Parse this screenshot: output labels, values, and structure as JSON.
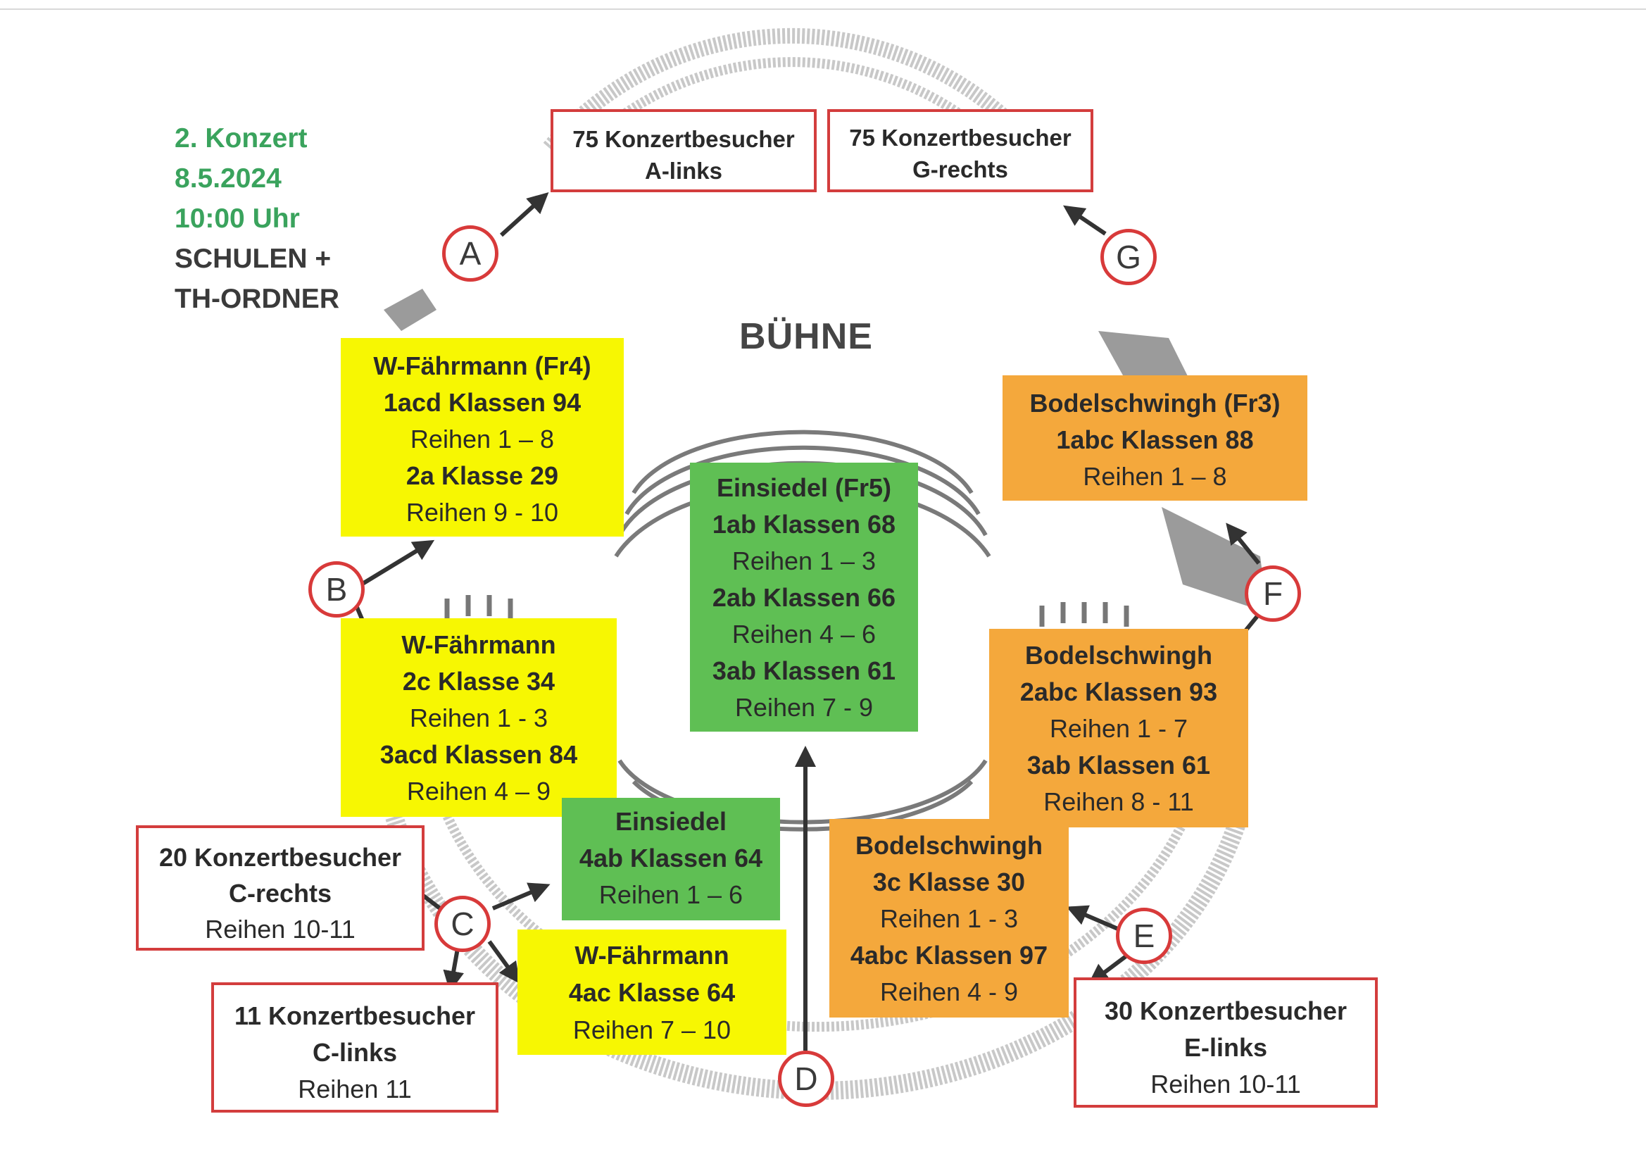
{
  "header": {
    "line1": "2. Konzert",
    "line2": "8.5.2024",
    "line3": "10:00 Uhr",
    "line4": "SCHULEN +",
    "line5": "TH-ORDNER"
  },
  "stage": "BÜHNE",
  "colors": {
    "yellow": "#f7f702",
    "green": "#5fbf54",
    "orange": "#f4a83c",
    "red_border": "#d33d3d",
    "header_green": "#3aa35d"
  },
  "entrances": {
    "a": "A",
    "b": "B",
    "c": "C",
    "d": "D",
    "e": "E",
    "f": "F",
    "g": "G"
  },
  "visitor_boxes": {
    "a_links": {
      "line1": "75 Konzertbesucher",
      "line2": "A-links"
    },
    "g_rechts": {
      "line1": "75 Konzertbesucher",
      "line2": "G-rechts"
    },
    "c_rechts": {
      "line1": "20 Konzertbesucher",
      "line2": "C-rechts",
      "line3": "Reihen 10-11"
    },
    "c_links": {
      "line1": "11 Konzertbesucher",
      "line2": "C-links",
      "line3": "Reihen 11"
    },
    "e_links": {
      "line1": "30 Konzertbesucher",
      "line2": "E-links",
      "line3": "Reihen 10-11"
    }
  },
  "school_blocks": {
    "wf_fr4": {
      "title": "W-Fährmann (Fr4)",
      "l1": "1acd Klassen 94",
      "l2": "Reihen 1 – 8",
      "l3": "2a Klasse 29",
      "l4": "Reihen 9 - 10"
    },
    "wf_b": {
      "title": "W-Fährmann",
      "l1": "2c Klasse 34",
      "l2": "Reihen 1 - 3",
      "l3": "3acd Klassen 84",
      "l4": "Reihen 4 – 9"
    },
    "einsiedel_fr5": {
      "title": "Einsiedel (Fr5)",
      "l1": "1ab Klassen 68",
      "l2": "Reihen 1 – 3",
      "l3": "2ab Klassen 66",
      "l4": "Reihen 4 – 6",
      "l5": "3ab Klassen 61",
      "l6": "Reihen 7 - 9"
    },
    "einsiedel_c": {
      "title": "Einsiedel",
      "l1": "4ab Klassen 64",
      "l2": "Reihen 1 – 6"
    },
    "wf_c": {
      "title": "W-Fährmann",
      "l1": "4ac Klasse 64",
      "l2": "Reihen 7 – 10"
    },
    "bodel_fr3": {
      "title": "Bodelschwingh (Fr3)",
      "l1": "1abc Klassen 88",
      "l2": "Reihen 1 – 8"
    },
    "bodel_f": {
      "title": "Bodelschwingh",
      "l1": "2abc Klassen 93",
      "l2": "Reihen 1 - 7",
      "l3": "3ab Klassen 61",
      "l4": "Reihen 8 - 11"
    },
    "bodel_e": {
      "title": "Bodelschwingh",
      "l1": "3c Klasse 30",
      "l2": "Reihen 1 - 3",
      "l3": "4abc Klassen 97",
      "l4": "Reihen 4 - 9"
    }
  }
}
